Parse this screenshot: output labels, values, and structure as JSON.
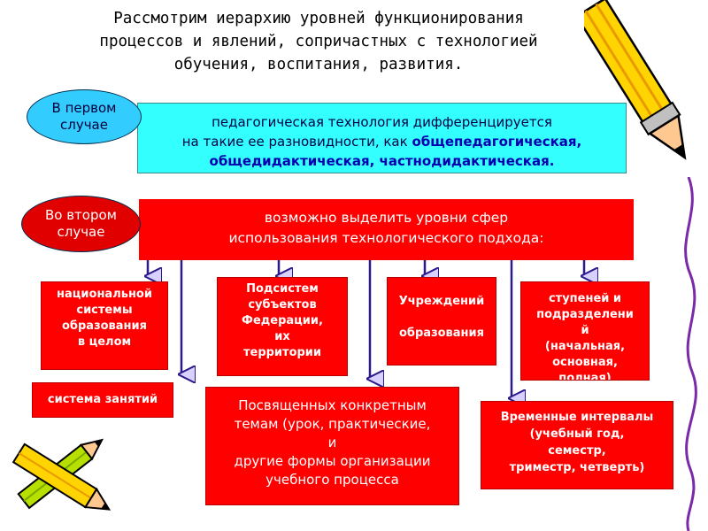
{
  "title": "Рассмотрим иерархию уровней функционирования\nпроцессов и явлений, сопричастных с технологией\nобучения, воспитания, развития.",
  "first_case": {
    "label": "В первом\nслучае",
    "text_line1": "педагогическая технология дифференцируется",
    "text_line2_plain": "на такие ее разновидности, как ",
    "text_line2_highlight": "общепедагогическая,",
    "text_line3_highlight": "общедидактическая, частнодидактическая."
  },
  "second_case": {
    "label": "Во втором\nслучае",
    "text": "возможно выделить уровни сфер\nиспользования технологического подхода:"
  },
  "level_boxes": [
    {
      "text": "национальной\nсистемы\nобразования\nв целом"
    },
    {
      "text": "Подсистем\nсубъектов\nФедерации,\nих\nтерритории"
    },
    {
      "text": "Учреждений\n\nобразования"
    },
    {
      "text": "ступеней и\nподразделени\nй\n(начальная,\nосновная,\nполная)"
    }
  ],
  "lower_boxes": [
    {
      "text": "система занятий"
    },
    {
      "text": "Посвященных конкретным\nтемам (урок, практические,\nи\nдругие формы организации\nучебного процесса"
    },
    {
      "text": "Временные интервалы\n(учебный год,\nсеместр,\nтриместр, четверть)"
    }
  ],
  "colors": {
    "cyan_box": "#33ffff",
    "red": "#ff0000",
    "oval_cyan": "#33ccff",
    "arrow": "#2a1a8a"
  }
}
